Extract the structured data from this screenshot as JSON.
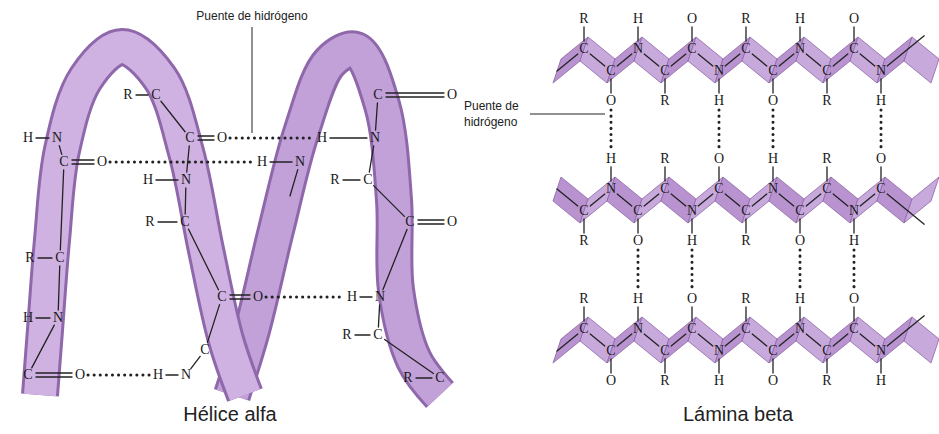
{
  "diagram": {
    "labels": [
      "Puente de hidrógeno",
      "Puente de hidrógeno",
      "Hélice alfa",
      "Lámina beta",
      "R",
      "C",
      "C",
      "O",
      "H",
      "N",
      "C",
      "O",
      "H",
      "N",
      "C",
      "O",
      "H",
      "N",
      "H",
      "N",
      "R",
      "C",
      "R",
      "C",
      "C",
      "O",
      "R",
      "C",
      "C",
      "O",
      "H",
      "N",
      "H",
      "N",
      "R",
      "C",
      "C",
      "C",
      "O",
      "H",
      "N",
      "R",
      "C",
      "C",
      "R",
      "C",
      "O",
      "N",
      "H",
      "C",
      "R",
      "C",
      "O",
      "N",
      "H",
      "C",
      "R",
      "C",
      "O",
      "N",
      "H",
      "C",
      "R",
      "C",
      "O",
      "N",
      "H",
      "C",
      "R",
      "N",
      "H",
      "C",
      "O",
      "C",
      "R",
      "N",
      "H",
      "C",
      "O",
      "C",
      "R",
      "N",
      "H",
      "C",
      "O",
      "C",
      "R",
      "N",
      "H",
      "C",
      "O",
      "C",
      "R",
      "C",
      "O",
      "N",
      "H",
      "C",
      "R",
      "C",
      "O",
      "N",
      "H",
      "C",
      "R",
      "C",
      "O",
      "N",
      "H",
      "C",
      "R",
      "C",
      "O",
      "N",
      "H"
    ]
  }
}
